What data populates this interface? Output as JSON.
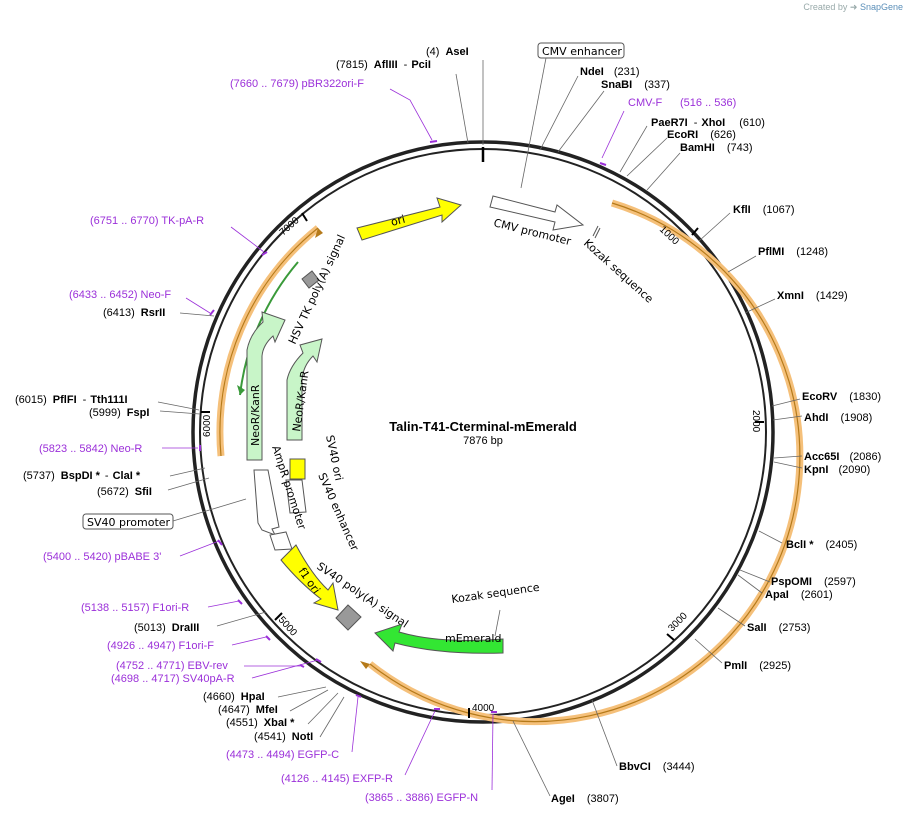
{
  "credit": {
    "prefix": "Created by",
    "brand": "SnapGene"
  },
  "plasmid": {
    "name": "Talin-T41-Cterminal-mEmerald",
    "length_label": "7876 bp",
    "length": 7876
  },
  "ticks": [
    "1000",
    "2000",
    "3000",
    "4000",
    "5000",
    "6000",
    "7000"
  ],
  "sites": [
    {
      "pos": "(4)",
      "name": "AseI"
    },
    {
      "pos": "(7815)",
      "name": "AflIII",
      "name2": "PciI"
    },
    {
      "pos": "(231)",
      "name": "NdeI"
    },
    {
      "pos": "(337)",
      "name": "SnaBI"
    },
    {
      "pos": "(610)",
      "name": "PaeR7I",
      "name2": "XhoI"
    },
    {
      "pos": "(626)",
      "name": "EcoRI"
    },
    {
      "pos": "(743)",
      "name": "BamHI"
    },
    {
      "pos": "(1067)",
      "name": "KflI"
    },
    {
      "pos": "(1248)",
      "name": "PflMI"
    },
    {
      "pos": "(1429)",
      "name": "XmnI"
    },
    {
      "pos": "(1830)",
      "name": "EcoRV"
    },
    {
      "pos": "(1908)",
      "name": "AhdI"
    },
    {
      "pos": "(2086)",
      "name": "Acc65I"
    },
    {
      "pos": "(2090)",
      "name": "KpnI"
    },
    {
      "pos": "(2405)",
      "name": "BclI *"
    },
    {
      "pos": "(2597)",
      "name": "PspOMI"
    },
    {
      "pos": "(2601)",
      "name": "ApaI"
    },
    {
      "pos": "(2753)",
      "name": "SalI"
    },
    {
      "pos": "(2925)",
      "name": "PmlI"
    },
    {
      "pos": "(3444)",
      "name": "BbvCI"
    },
    {
      "pos": "(3807)",
      "name": "AgeI"
    },
    {
      "pos": "(4541)",
      "name": "NotI"
    },
    {
      "pos": "(4551)",
      "name": "XbaI *"
    },
    {
      "pos": "(4647)",
      "name": "MfeI"
    },
    {
      "pos": "(4660)",
      "name": "HpaI"
    },
    {
      "pos": "(5013)",
      "name": "DraIII"
    },
    {
      "pos": "(5672)",
      "name": "SfiI"
    },
    {
      "pos": "(5737)",
      "name": "BspDI *",
      "name2": "ClaI *"
    },
    {
      "pos": "(5999)",
      "name": "FspI"
    },
    {
      "pos": "(6015)",
      "name": "PflFI",
      "name2": "Tth111I"
    },
    {
      "pos": "(6413)",
      "name": "RsrII"
    }
  ],
  "primers": [
    "(7660 .. 7679)  pBR322ori-F",
    "CMV-F",
    "(516 .. 536)",
    "(6751 .. 6770)  TK-pA-R",
    "(6433 .. 6452)  Neo-F",
    "(5823 .. 5842)  Neo-R",
    "(5400 .. 5420)  pBABE 3'",
    "(5138 .. 5157)  F1ori-R",
    "(4926 .. 4947)  F1ori-F",
    "(4752 .. 4771)  EBV-rev",
    "(4698 .. 4717)  SV40pA-R",
    "(4473 .. 4494)  EGFP-C",
    "(4126 .. 4145)  EXFP-R",
    "(3865 .. 3886)  EGFP-N"
  ],
  "features": {
    "cmv_enhancer": "CMV enhancer",
    "cmv_promoter": "CMV promoter",
    "kozak1": "Kozak sequence",
    "kozak2": "Kozak sequence",
    "memerald": "mEmerald",
    "ori": "ori",
    "hsv": "HSV TK poly(A) signal",
    "neokan_outer": "NeoR/KanR",
    "neokan_inner": "NeoR/KanR",
    "sv40ori": "SV40 ori",
    "sv40enh": "SV40 enhancer",
    "ampr": "AmpR promoter",
    "f1ori": "f1 ori",
    "sv40pa": "SV40 poly(A) signal",
    "sv40prom": "SV40 promoter"
  },
  "colors": {
    "primer": "#9b30d9",
    "ori": "#ffff00",
    "memerald": "#33e633",
    "neo_light": "#c8f5c8",
    "orf_band": "#f5c07a",
    "ring": "#222222"
  }
}
